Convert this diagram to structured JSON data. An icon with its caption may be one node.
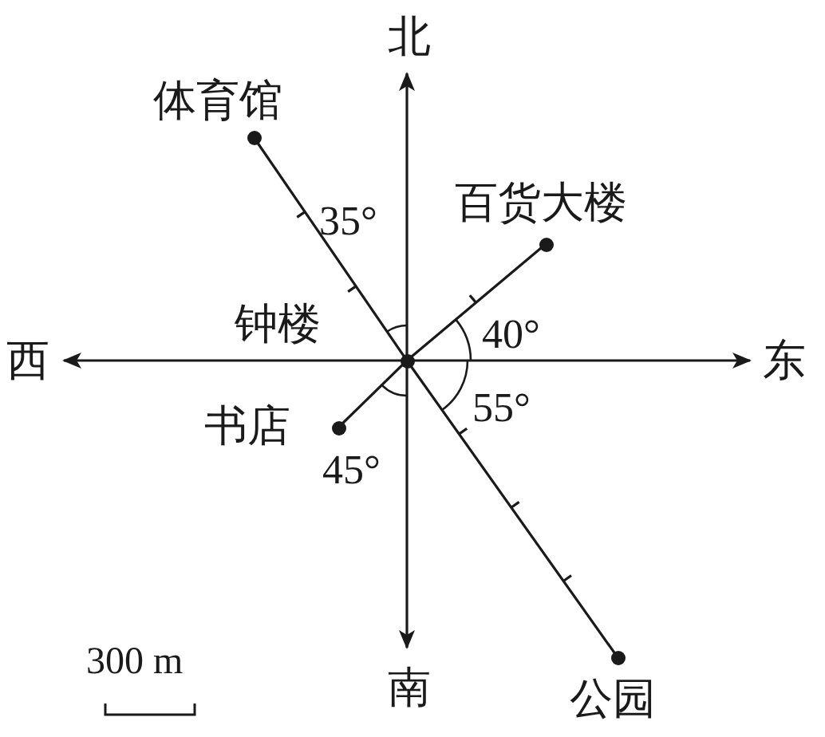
{
  "diagram": {
    "nodes": [
      {
        "text": [
          "钟楼"
        ]
      },
      {
        "text": [
          "体育馆"
        ]
      },
      {
        "text": [
          "百货大楼"
        ]
      },
      {
        "text": [
          "书店"
        ]
      },
      {
        "text": [
          "公园"
        ]
      }
    ],
    "edges": [
      {
        "from": 0,
        "to": 1,
        "arrow": "none"
      },
      {
        "from": 0,
        "to": 2,
        "arrow": "none"
      },
      {
        "from": 0,
        "to": 3,
        "arrow": "none"
      },
      {
        "from": 0,
        "to": 4,
        "arrow": "none"
      }
    ],
    "labels": [
      "北",
      "35°",
      "40°",
      "西",
      "东",
      "55°",
      "45°",
      "300 m",
      "南"
    ]
  }
}
